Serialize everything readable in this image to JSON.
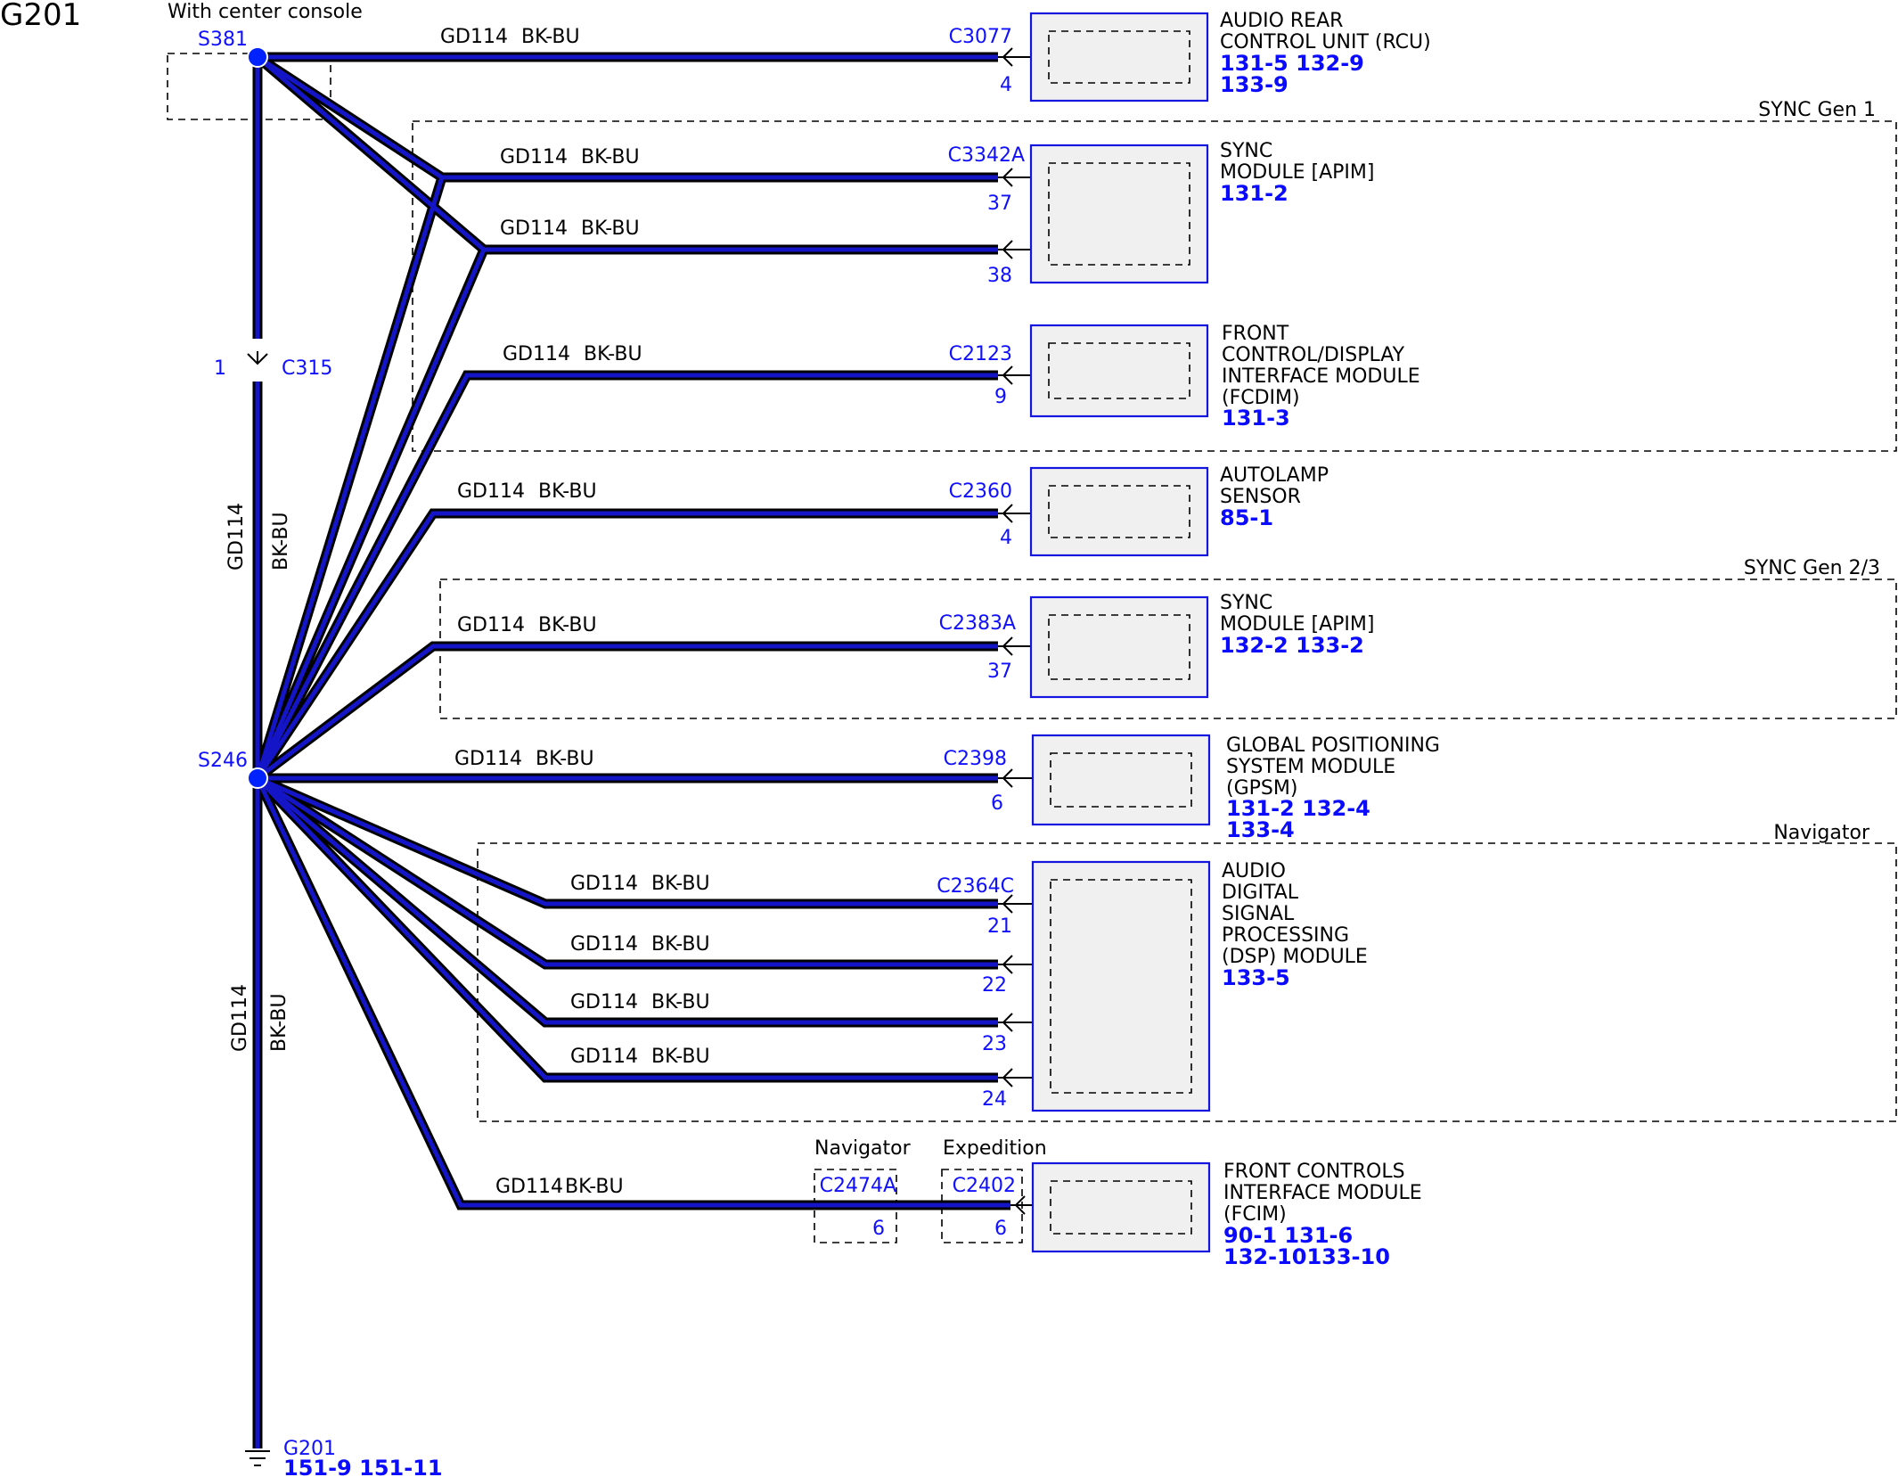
{
  "title": "G201",
  "wire": {
    "code": "GD114",
    "color": "BK-BU"
  },
  "splices": {
    "s381": "S381",
    "s246": "S246"
  },
  "inline": {
    "pin": "1",
    "connector": "C315"
  },
  "regions": {
    "center_console": "With center console",
    "sync_gen1": "SYNC Gen 1",
    "sync_gen23": "SYNC Gen 2/3",
    "navigator": "Navigator",
    "navigator_small": "Navigator",
    "expedition_small": "Expedition"
  },
  "modules": {
    "rcu": {
      "lines": [
        "AUDIO REAR",
        "CONTROL UNIT (RCU)"
      ],
      "refs": [
        "131-5 132-9",
        "133-9"
      ],
      "connector": "C3077",
      "pin": "4"
    },
    "sync1": {
      "lines": [
        "SYNC",
        "MODULE [APIM]"
      ],
      "refs": [
        "131-2"
      ],
      "connector": "C3342A",
      "pins": [
        "37",
        "38"
      ]
    },
    "fcdim": {
      "lines": [
        "FRONT",
        "CONTROL/DISPLAY",
        "INTERFACE MODULE",
        "(FCDIM)"
      ],
      "refs": [
        "131-3"
      ],
      "connector": "C2123",
      "pin": "9"
    },
    "autolamp": {
      "lines": [
        "AUTOLAMP",
        "SENSOR"
      ],
      "refs": [
        "85-1"
      ],
      "connector": "C2360",
      "pin": "4"
    },
    "sync23": {
      "lines": [
        "SYNC",
        "MODULE [APIM]"
      ],
      "refs": [
        "132-2 133-2"
      ],
      "connector": "C2383A",
      "pin": "37"
    },
    "gpsm": {
      "lines": [
        "GLOBAL POSITIONING",
        "SYSTEM MODULE",
        "(GPSM)"
      ],
      "refs": [
        "131-2 132-4",
        "133-4"
      ],
      "connector": "C2398",
      "pin": "6"
    },
    "dsp": {
      "lines": [
        "AUDIO",
        "DIGITAL",
        "SIGNAL",
        "PROCESSING",
        "(DSP) MODULE"
      ],
      "refs": [
        "133-5"
      ],
      "connector": "C2364C",
      "pins": [
        "21",
        "22",
        "23",
        "24"
      ]
    },
    "fcim": {
      "lines": [
        "FRONT CONTROLS",
        "INTERFACE MODULE",
        "(FCIM)"
      ],
      "refs": [
        "90-1   131-6",
        "132-10133-10"
      ],
      "connectors": [
        "C2474A",
        "C2402"
      ],
      "pins": [
        "6",
        "6"
      ]
    }
  },
  "ground": {
    "name": "G201",
    "refs": "151-9   151-11"
  },
  "colors": {
    "wire_core": "#1515c8",
    "wire_outline": "#000000",
    "splice": "#0022ff",
    "label_blue": "#1010ff",
    "module_border": "#1515e0",
    "module_fill": "#f0f0f0"
  }
}
